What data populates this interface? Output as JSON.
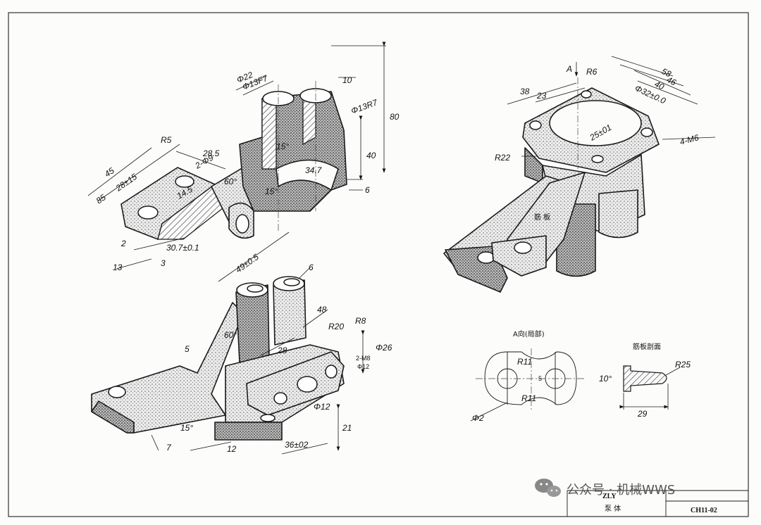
{
  "iso_top": {
    "dims": [
      "Φ22",
      "Φ13F7",
      "10",
      "Φ13R7",
      "80",
      "40",
      "6",
      "34.7",
      "15°",
      "15°",
      "60°",
      "R5",
      "28.5",
      "2-Φ9",
      "45",
      "28±15",
      "85",
      "14.5",
      "2",
      "13",
      "3",
      "30.7±0.1",
      "49±0.5"
    ]
  },
  "iso_bottom": {
    "dims": [
      "6",
      "48",
      "R20",
      "R8",
      "Φ26",
      "2-M8",
      "Φ12",
      "60°",
      "28",
      "5",
      "15°",
      "7",
      "12",
      "36±02",
      "21",
      "Φ12"
    ]
  },
  "iso_right": {
    "dims": [
      "A",
      "R6",
      "58",
      "46",
      "40",
      "Φ32±0.0",
      "38",
      "23",
      "25±01",
      "4-M6",
      "R22"
    ],
    "rib_label": "筋 板"
  },
  "section_a": {
    "title": "A向(局部)",
    "dims": [
      "R11",
      "R11",
      "5"
    ],
    "leader": "Φ2"
  },
  "section_rib": {
    "title": "筋板剖面",
    "dims": [
      "R25",
      "10°",
      "29"
    ]
  },
  "title_block": {
    "code": "ZLY",
    "name": "泵 体",
    "number": "CH11-02"
  },
  "watermark": {
    "text": "公众号 · 机械WWS"
  }
}
